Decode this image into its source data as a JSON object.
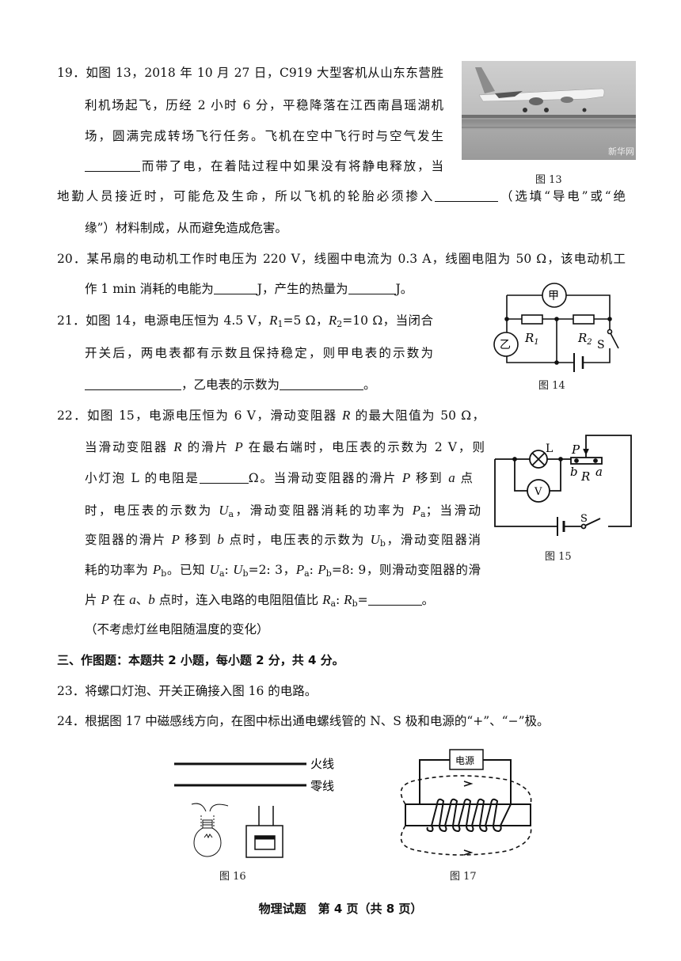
{
  "questions": {
    "lines": [
      [
        {
          "t": "19．如图 13，2018 年 10 月 27 日，C919 大型客机从山东东营胜"
        }
      ],
      [
        {
          "t": "利机场起飞，历经 2 小时 6 分，平稳降落在江西南昌瑶湖机"
        }
      ],
      [
        {
          "t": "场，圆满完成转场飞行任务。飞机在空中飞行时与空气发生"
        }
      ],
      [
        {
          "b": "b70"
        },
        {
          "t": "而带了电，在着陆过程中如果没有将静电释放，当"
        }
      ],
      [
        {
          "t": "地勤人员接近时，可能危及生命，所以飞机的轮胎必须掺入"
        },
        {
          "b": "b80"
        },
        {
          "t": "（选填“导电”或“绝"
        }
      ],
      [
        {
          "t": "缘”）材料制成，从而避免造成危害。"
        }
      ],
      [
        {
          "t": "20．某吊扇的电动机工作时电压为 220 V，线圈中电流为 0.3 A，线圈电阻为 50 Ω，该电动机工"
        }
      ],
      [
        {
          "t": "作 1 min 消耗的电能为"
        },
        {
          "b": "b55"
        },
        {
          "t": "J，产生的热量为"
        },
        {
          "b": "b60"
        },
        {
          "t": "J。"
        }
      ],
      [
        {
          "t": "21．如图 14，电源电压恒为 4.5 V，"
        },
        {
          "i": "R"
        },
        {
          "s": "1"
        },
        {
          "t": "=5 Ω，"
        },
        {
          "i": "R"
        },
        {
          "s": "2"
        },
        {
          "t": "=10 Ω，当闭合"
        }
      ],
      [
        {
          "t": "开关后，两电表都有示数且保持稳定，则甲电表的示数为"
        }
      ],
      [
        {
          "b": "b120"
        },
        {
          "t": "，乙电表的示数为"
        },
        {
          "b": "b105"
        },
        {
          "t": "。"
        }
      ],
      [
        {
          "t": "22．如图 15，电源电压恒为 6 V，滑动变阻器 "
        },
        {
          "i": "R"
        },
        {
          "t": " 的最大阻值为 50 Ω，"
        }
      ],
      [
        {
          "t": "当滑动变阻器 "
        },
        {
          "i": "R"
        },
        {
          "t": " 的滑片 "
        },
        {
          "i": "P"
        },
        {
          "t": " 在最右端时，电压表的示数为 2 V，则"
        }
      ],
      [
        {
          "t": "小灯泡 L 的电阻是"
        },
        {
          "b": "b62"
        },
        {
          "t": "Ω。当滑动变阻器的滑片 "
        },
        {
          "i": "P"
        },
        {
          "t": " 移到 "
        },
        {
          "i": "a"
        },
        {
          "t": " 点"
        }
      ],
      [
        {
          "t": "时，电压表的示数为 "
        },
        {
          "i": "U"
        },
        {
          "s": "a"
        },
        {
          "t": "，滑动变阻器消耗的功率为 "
        },
        {
          "i": "P"
        },
        {
          "s": "a"
        },
        {
          "t": "；当滑动"
        }
      ],
      [
        {
          "t": "变阻器的滑片 "
        },
        {
          "i": "P"
        },
        {
          "t": " 移到 "
        },
        {
          "i": "b"
        },
        {
          "t": " 点时，电压表的示数为 "
        },
        {
          "i": "U"
        },
        {
          "s": "b"
        },
        {
          "t": "，滑动变阻器消"
        }
      ],
      [
        {
          "t": "耗的功率为 "
        },
        {
          "i": "P"
        },
        {
          "s": "b"
        },
        {
          "t": "。已知 "
        },
        {
          "i": "U"
        },
        {
          "s": "a"
        },
        {
          "t": ": "
        },
        {
          "i": "U"
        },
        {
          "s": "b"
        },
        {
          "t": "=2: 3，"
        },
        {
          "i": "P"
        },
        {
          "s": "a"
        },
        {
          "t": ": "
        },
        {
          "i": "P"
        },
        {
          "s": "b"
        },
        {
          "t": "=8: 9，则滑动变阻器的滑"
        }
      ],
      [
        {
          "t": "片 "
        },
        {
          "i": "P"
        },
        {
          "t": " 在 "
        },
        {
          "i": "a"
        },
        {
          "t": "、"
        },
        {
          "i": "b"
        },
        {
          "t": " 点时，连入电路的电阻阻值比 "
        },
        {
          "i": "R"
        },
        {
          "s": "a"
        },
        {
          "t": ": "
        },
        {
          "i": "R"
        },
        {
          "s": "b"
        },
        {
          "t": "="
        },
        {
          "b": "b68"
        },
        {
          "t": "。"
        }
      ],
      [
        {
          "t": "（不考虑灯丝电阻随温度的变化）"
        }
      ],
      [
        {
          "t": "三、作图题：本题共 2 小题，每小题 2 分，共 4 分。"
        }
      ],
      [
        {
          "t": "23．将螺口灯泡、开关正确接入图 16 的电路。"
        }
      ],
      [
        {
          "t": "24．根据图 17 中磁感线方向，在图中标出通电螺线管的 N、S 极和电源的“+”、“−”极。"
        }
      ]
    ]
  },
  "figures": {
    "fig13": {
      "caption": "图 13",
      "watermark": "新华网"
    },
    "fig14": {
      "caption": "图 14",
      "meter_top": "甲",
      "meter_left": "乙",
      "r1": "R",
      "r1_sub": "1",
      "r2": "R",
      "r2_sub": "2",
      "switch": "S"
    },
    "fig15": {
      "caption": "图 15",
      "lamp": "L",
      "voltmeter": "V",
      "slider": "P",
      "end_b": "b",
      "rheostat": "R",
      "end_a": "a",
      "switch": "S"
    },
    "fig16": {
      "caption": "图 16",
      "live": "火线",
      "neutral": "零线"
    },
    "fig17": {
      "caption": "图 17",
      "source": "电源"
    }
  },
  "footer": "物理试题　第 4 页（共 8 页）"
}
